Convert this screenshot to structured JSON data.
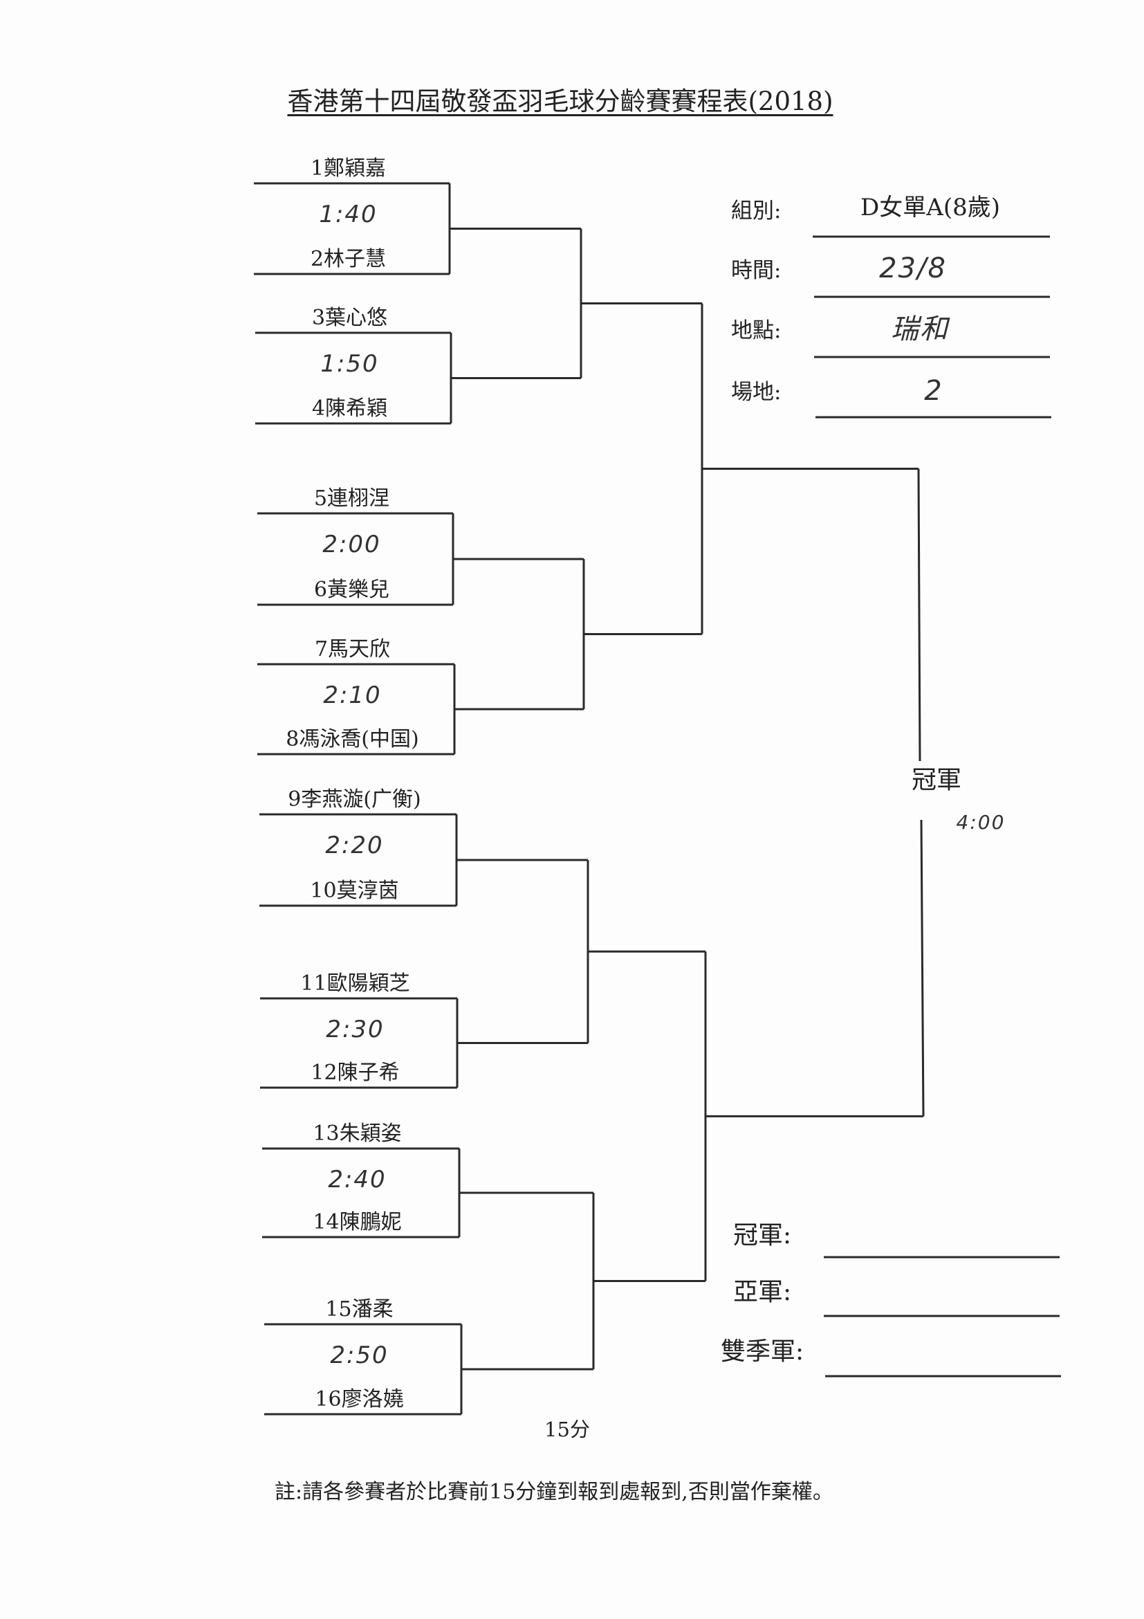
{
  "title": "香港第十四屆敬發盃羽毛球分齡賽賽程表(2018)",
  "info": {
    "group_label": "組別:",
    "group_value": "D女單A(8歲)",
    "date_label": "時間:",
    "date_value": "23/8",
    "venue_label": "地點:",
    "venue_value": "瑞和",
    "court_label": "場地:",
    "court_value": "2"
  },
  "matches": [
    {
      "p1": "1鄭穎嘉",
      "p2": "2林子慧",
      "time": "1:40"
    },
    {
      "p1": "3葉心悠",
      "p2": "4陳希穎",
      "time": "1:50"
    },
    {
      "p1": "5連栩涅",
      "p2": "6黃樂兒",
      "time": "2:00"
    },
    {
      "p1": "7馬天欣",
      "p2": "8馮泳喬(中国)",
      "time": "2:10"
    },
    {
      "p1": "9李燕漩(广衡)",
      "p2": "10莫淳茵",
      "time": "2:20"
    },
    {
      "p1": "11歐陽穎芝",
      "p2": "12陳子希",
      "time": "2:30"
    },
    {
      "p1": "13朱穎姿",
      "p2": "14陳鵬妮",
      "time": "2:40"
    },
    {
      "p1": "15潘柔",
      "p2": "16廖洛嬈",
      "time": "2:50"
    }
  ],
  "final": {
    "label": "冠軍",
    "time": "4:00"
  },
  "results": {
    "champion": "冠軍:",
    "runner_up": "亞軍:",
    "third": "雙季軍:"
  },
  "duration": "15分",
  "note": "註:請各參賽者於比賽前15分鐘到報到處報到,否則當作棄權。"
}
